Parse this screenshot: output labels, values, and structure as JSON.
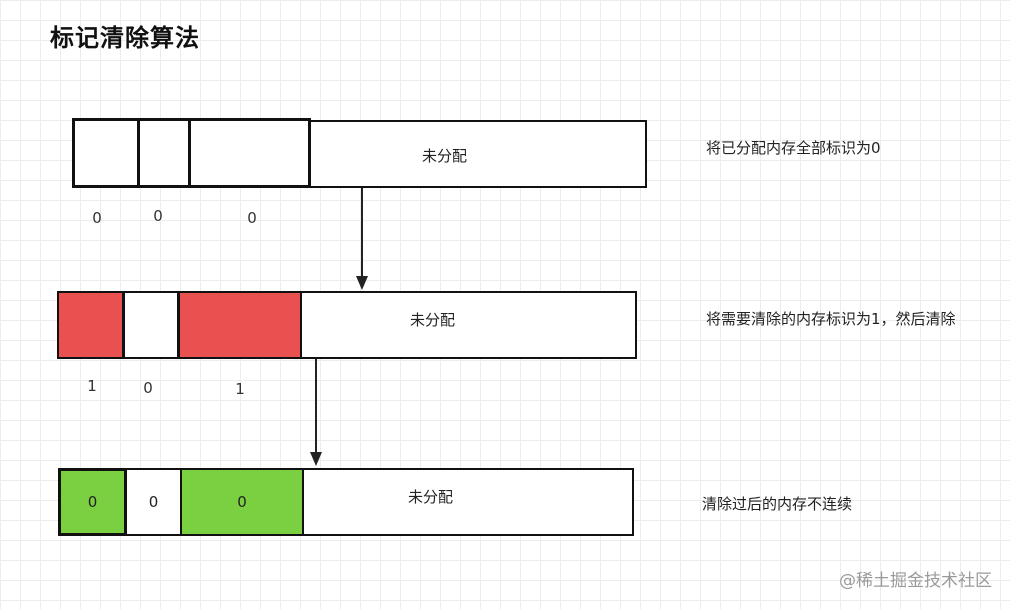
{
  "title": "标记清除算法",
  "rows": [
    {
      "unallocated_label": "未分配",
      "cells": [
        {
          "value": "",
          "fill": "#ffffff"
        },
        {
          "value": "",
          "fill": "#ffffff"
        },
        {
          "value": "",
          "fill": "#ffffff"
        }
      ],
      "bits": [
        "0",
        "0",
        "0"
      ],
      "description": "将已分配内存全部标识为0"
    },
    {
      "unallocated_label": "未分配",
      "cells": [
        {
          "value": "",
          "fill": "#e8514f"
        },
        {
          "value": "",
          "fill": "#ffffff"
        },
        {
          "value": "",
          "fill": "#e8514f"
        }
      ],
      "bits": [
        "1",
        "0",
        "1"
      ],
      "description": "将需要清除的内存标识为1，然后清除"
    },
    {
      "unallocated_label": "未分配",
      "cells": [
        {
          "value": "0",
          "fill": "#7bd042"
        },
        {
          "value": "0",
          "fill": "#ffffff"
        },
        {
          "value": "0",
          "fill": "#7bd042"
        }
      ],
      "bits": [],
      "description": "清除过后的内存不连续"
    }
  ],
  "watermark": "@稀土掘金技术社区",
  "colors": {
    "marked": "#e8514f",
    "free": "#7bd042",
    "unmarked": "#ffffff"
  }
}
